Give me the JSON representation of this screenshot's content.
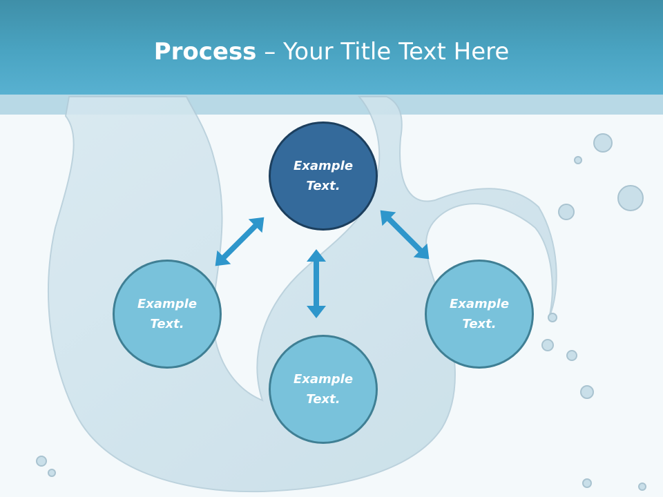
{
  "title": {
    "bold": "Process",
    "rest": " – Your Title Text Here"
  },
  "nodes": {
    "top": {
      "line1": "Example",
      "line2": "Text."
    },
    "left": {
      "line1": "Example",
      "line2": "Text."
    },
    "bottom": {
      "line1": "Example",
      "line2": "Text."
    },
    "right": {
      "line1": "Example",
      "line2": "Text."
    }
  },
  "colors": {
    "header": "#4aa4c2",
    "center_node": "#346a9b",
    "side_node": "#79c2db",
    "arrow": "#2e96cb"
  }
}
